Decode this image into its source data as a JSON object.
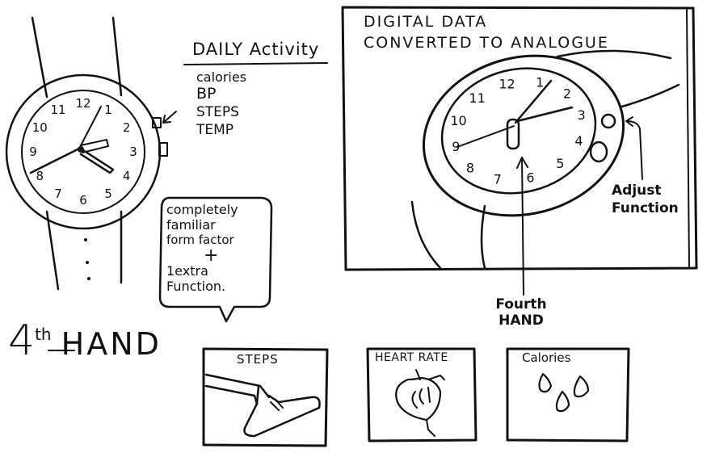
{
  "left_watch": {
    "numerals": [
      "12",
      "1",
      "2",
      "3",
      "4",
      "5",
      "6",
      "7",
      "8",
      "9",
      "10",
      "11"
    ]
  },
  "daily_activity": {
    "title": "DAILY Activity",
    "items": [
      "calories",
      "BP",
      "STEPS",
      "TEMP"
    ]
  },
  "speech_bubble": {
    "lines": [
      "completely",
      "familiar",
      "form factor",
      "+",
      "1extra",
      "Function."
    ]
  },
  "heading": {
    "prefix": "4",
    "sup": "th",
    "rest": "HAND"
  },
  "panel_digital": {
    "title_line1": "DIGITAL DATA",
    "title_line2": "CONVERTED TO ANALOGUE",
    "numerals": [
      "12",
      "1",
      "2",
      "3",
      "4",
      "5",
      "6",
      "7",
      "8",
      "9",
      "10",
      "11"
    ],
    "adjust_line1": "Adjust",
    "adjust_line2": "Function"
  },
  "fourth_hand": {
    "line1": "Fourth",
    "line2": "HAND"
  },
  "thumbnails": [
    {
      "label": "STEPS"
    },
    {
      "label": "HEART RATE"
    },
    {
      "label": "Calories"
    }
  ]
}
